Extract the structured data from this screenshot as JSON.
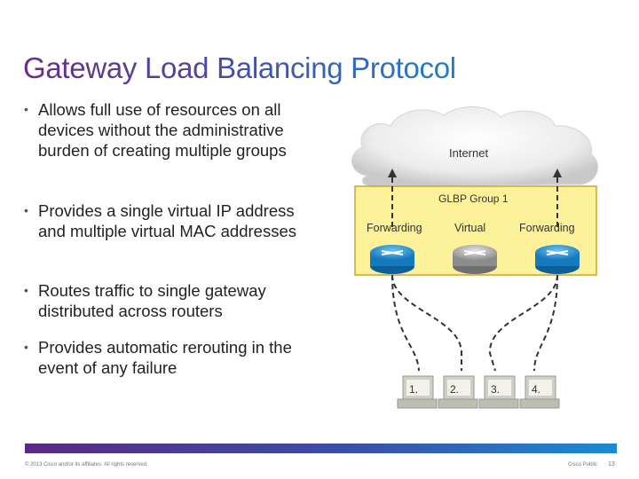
{
  "slide": {
    "title": "Gateway Load Balancing Protocol",
    "bullets": [
      "Allows full use of resources on all devices without the administrative burden of creating multiple groups",
      "Provides a single virtual IP address and multiple virtual MAC addresses",
      "Routes traffic to single gateway distributed across routers",
      "Provides automatic rerouting in the event of any failure"
    ]
  },
  "diagram": {
    "cloud_label": "Internet",
    "group_label": "GLBP Group 1",
    "router_labels": [
      "Forwarding",
      "Virtual",
      "Forwarding"
    ],
    "host_labels": [
      "1.",
      "2.",
      "3.",
      "4."
    ]
  },
  "footer": {
    "copyright": "© 2013 Cisco and/or its affiliates. All rights reserved.",
    "classification": "Cisco Public",
    "page": "13"
  },
  "colors": {
    "group_box_fill": "#fdf29a",
    "group_box_border": "#c9a628",
    "router_blue": "#1f8fd8",
    "router_gray": "#9c9c9c",
    "title_gradient_start": "#6a2d87",
    "title_gradient_end": "#1f7fc8"
  }
}
